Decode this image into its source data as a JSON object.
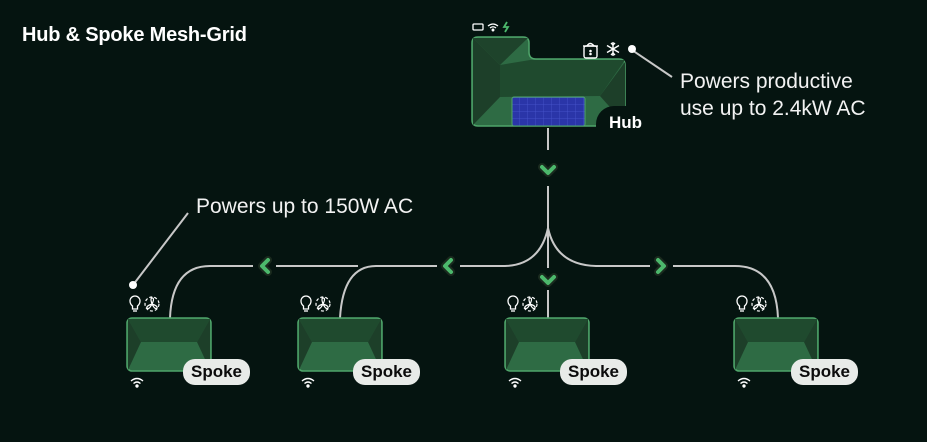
{
  "title": "Hub & Spoke Mesh-Grid",
  "hub": {
    "label": "Hub",
    "status_icons": [
      "battery-icon",
      "wifi-icon",
      "lightning-icon"
    ],
    "appliance_icons": [
      "rice-cooker-icon",
      "snowflake-icon"
    ],
    "callout": "Powers productive use up to 2.4kW AC",
    "callout_lines": [
      "Powers productive",
      "use up to 2.4kW AC"
    ]
  },
  "spoke_callout": "Powers up to 150W AC",
  "spokes": [
    {
      "label": "Spoke",
      "appliance_icons": [
        "lightbulb-icon",
        "fan-icon"
      ],
      "status_icons": [
        "wifi-icon"
      ]
    },
    {
      "label": "Spoke",
      "appliance_icons": [
        "lightbulb-icon",
        "fan-icon"
      ],
      "status_icons": [
        "wifi-icon"
      ]
    },
    {
      "label": "Spoke",
      "appliance_icons": [
        "lightbulb-icon",
        "fan-icon"
      ],
      "status_icons": [
        "wifi-icon"
      ]
    },
    {
      "label": "Spoke",
      "appliance_icons": [
        "lightbulb-icon",
        "fan-icon"
      ],
      "status_icons": [
        "wifi-icon"
      ]
    }
  ],
  "flow_arrows": [
    "down",
    "left",
    "left",
    "down",
    "right"
  ],
  "colors": {
    "background": "#051410",
    "roof_dark": "#1d3f29",
    "roof_light": "#2e6b44",
    "roof_border": "#4fa56a",
    "solar": "#2a35a8",
    "arrow": "#4cb86c",
    "line": "#c8c8c8",
    "pill": "#e8ebe8"
  }
}
